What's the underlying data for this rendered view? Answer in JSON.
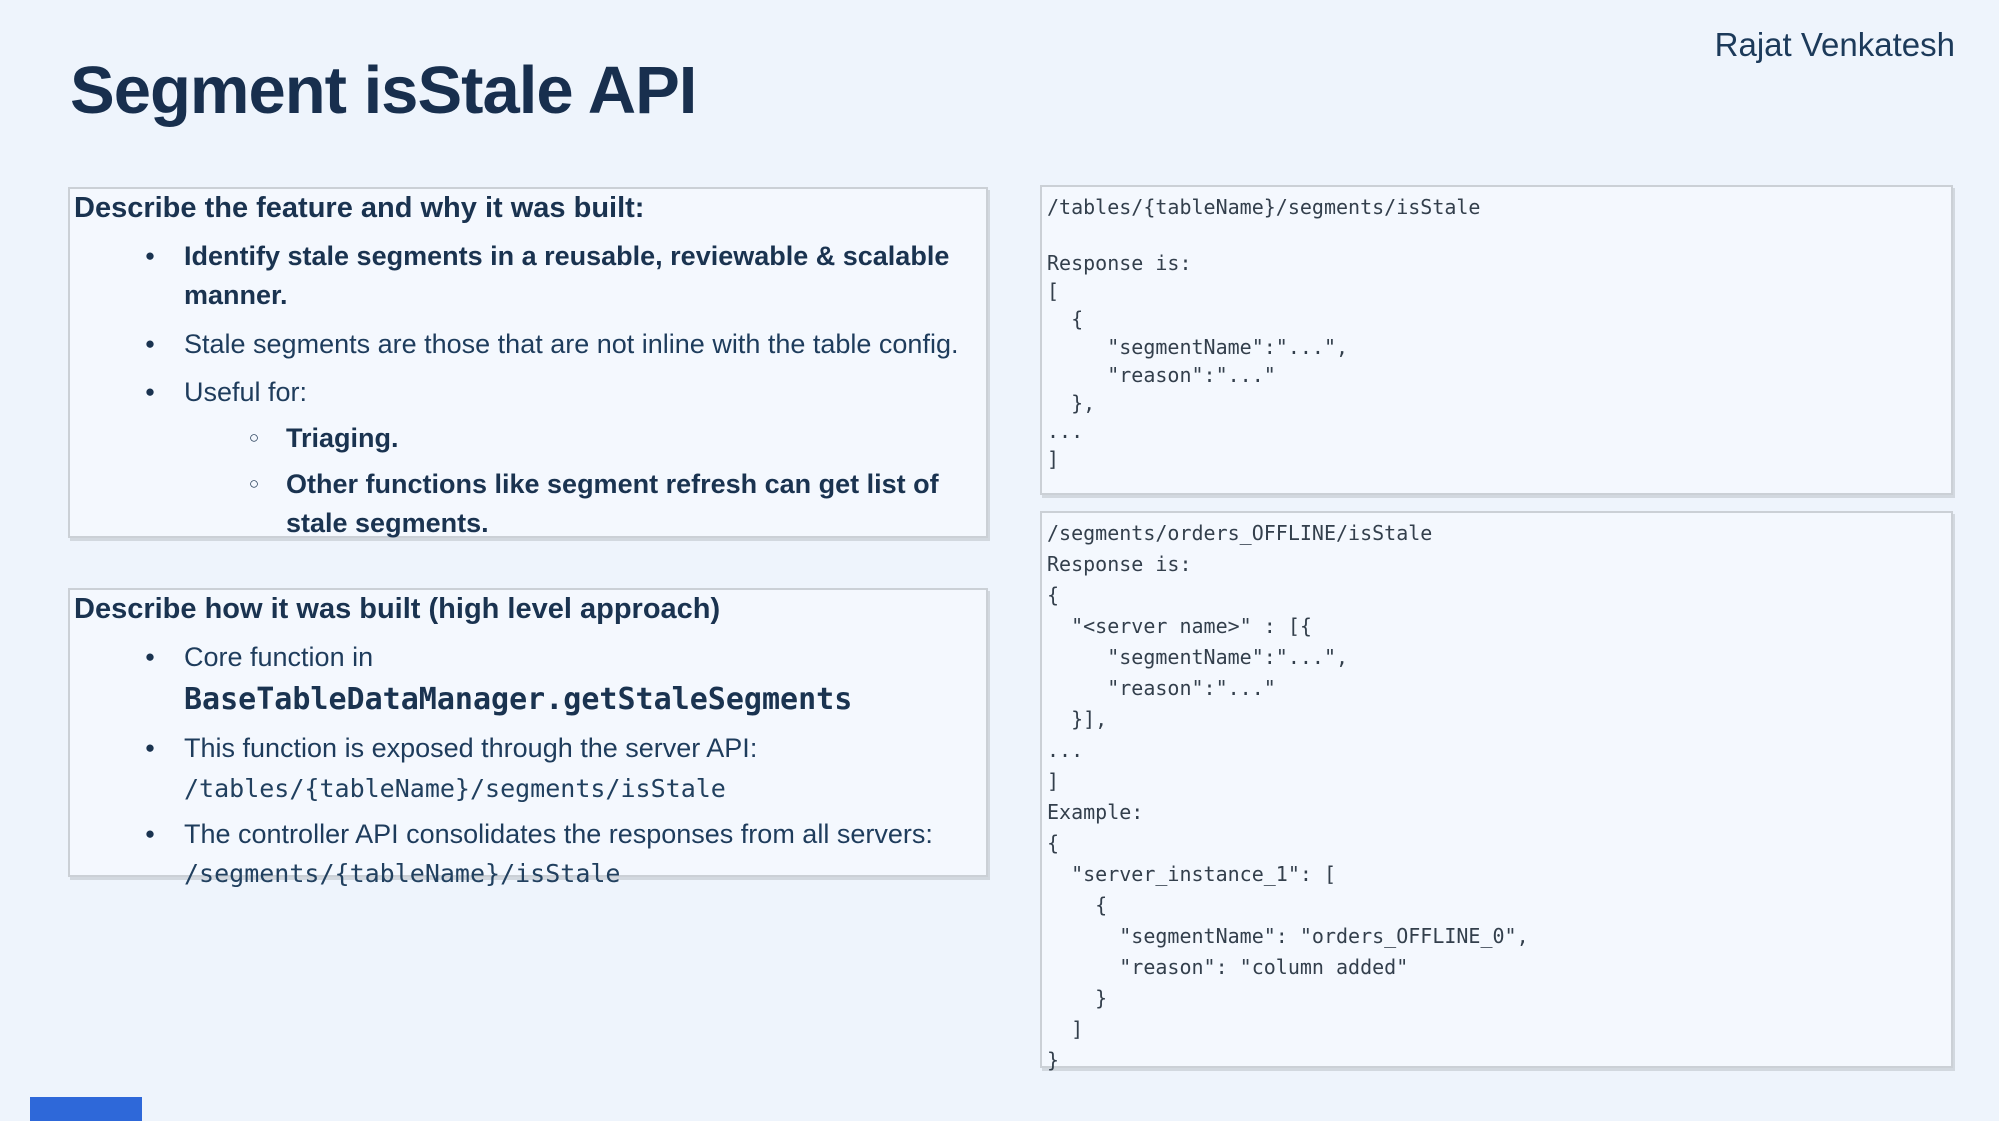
{
  "page": {
    "author": "Rajat Venkatesh",
    "title": "Segment isStale API"
  },
  "colors": {
    "background": "#eef4fc",
    "panel_background": "#f4f8fe",
    "panel_border": "#cbd0d6",
    "heading_navy": "#1a3350",
    "body_text": "#1e3c5c",
    "code_text": "#333f4c",
    "accent_blue": "#2e68d9"
  },
  "feature_box": {
    "heading": "Describe the feature and why it was built:",
    "bullets": [
      {
        "text": "Identify stale segments in a reusable, reviewable & scalable manner."
      },
      {
        "text": "Stale segments are those that are not inline with the table config."
      },
      {
        "text": "Useful for:"
      }
    ],
    "sub_bullets": [
      {
        "text": "Triaging."
      },
      {
        "text": "Other functions like segment refresh can get list of stale segments."
      }
    ]
  },
  "approach_box": {
    "heading": "Describe how it was built (high level approach)",
    "bullets": [
      {
        "lead": "Core function in",
        "code": "BaseTableDataManager.getStaleSegments"
      },
      {
        "lead": "This function is exposed through the server API:",
        "code": "/tables/{tableName}/segments/isStale"
      },
      {
        "lead": "The controller API consolidates the responses from all servers: ",
        "code": "/segments/{tableName}/isStale"
      }
    ]
  },
  "code_box_1": {
    "lines": [
      "/tables/{tableName}/segments/isStale",
      "",
      "Response is:",
      "[",
      "  {",
      "     \"segmentName\":\"...\",",
      "     \"reason\":\"...\"",
      "  },",
      "...",
      "]"
    ]
  },
  "code_box_2": {
    "lines": [
      "/segments/orders_OFFLINE/isStale",
      "Response is:",
      "{",
      "  \"<server name>\" : [{",
      "     \"segmentName\":\"...\",",
      "     \"reason\":\"...\"",
      "  }],",
      "...",
      "]",
      "Example:",
      "{",
      "  \"server_instance_1\": [",
      "    {",
      "      \"segmentName\": \"orders_OFFLINE_0\",",
      "      \"reason\": \"column added\"",
      "    }",
      "  ]",
      "}"
    ]
  }
}
